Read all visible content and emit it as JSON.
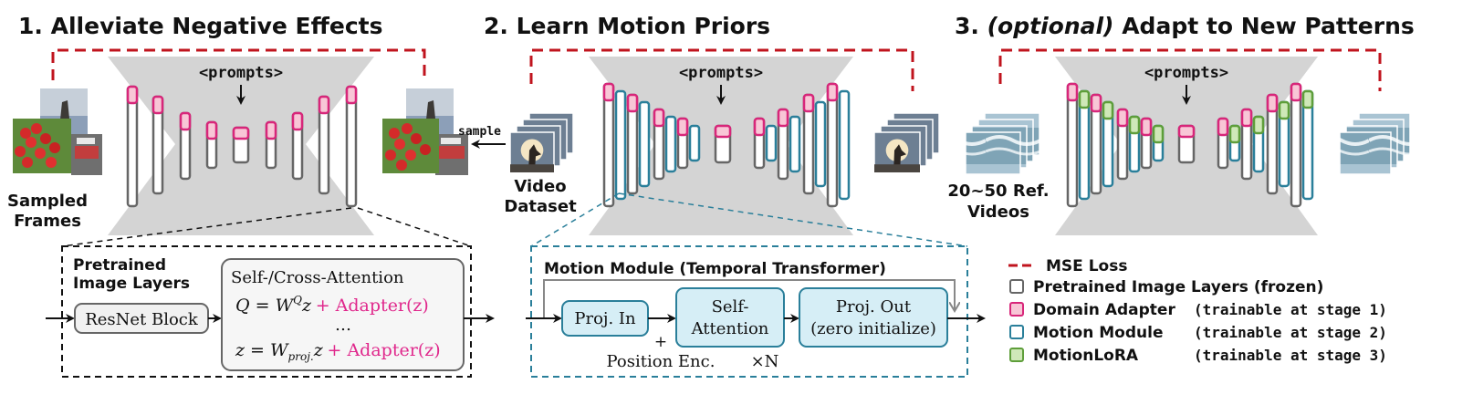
{
  "stages": [
    {
      "number": "1.",
      "prefix": "",
      "title": "Alleviate Negative Effects"
    },
    {
      "number": "2.",
      "prefix": "",
      "title": "Learn Motion Priors"
    },
    {
      "number": "3.",
      "prefix": "(optional)",
      "title": "Adapt to New Patterns"
    }
  ],
  "prompts_label": "<prompts>",
  "stage1": {
    "input_caption_line1": "Sampled",
    "input_caption_line2": "Frames",
    "sample_label": "sample"
  },
  "stage2": {
    "input_caption_line1": "Video",
    "input_caption_line2": "Dataset"
  },
  "stage3": {
    "input_caption_line1": "20~50 Ref.",
    "input_caption_line2": "Videos"
  },
  "detail_left": {
    "header_line1": "Pretrained",
    "header_line2": "Image Layers",
    "resnet_block": "ResNet Block",
    "attention_title": "Self-/Cross-Attention",
    "eq1_lhs": "Q = W",
    "eq1_sup": "Q",
    "eq1_var": "z",
    "eq1_adapter": "+ Adapter(z)",
    "ellipsis": "…",
    "eq2_lhs": "z = W",
    "eq2_sub": "proj.",
    "eq2_var": "z",
    "eq2_adapter": "+ Adapter(z)"
  },
  "detail_right": {
    "header": "Motion Module (Temporal Transformer)",
    "proj_in": "Proj. In",
    "self_attention_line1": "Self-",
    "self_attention_line2": "Attention",
    "proj_out_line1": "Proj. Out",
    "proj_out_line2": "(zero initialize)",
    "plus": "+",
    "position_enc": "Position Enc.",
    "repeat": "×N"
  },
  "legend": [
    {
      "key": "mse",
      "label": "MSE Loss",
      "note": ""
    },
    {
      "key": "frozen",
      "label": "Pretrained Image Layers (frozen)",
      "note": ""
    },
    {
      "key": "domain",
      "label": "Domain Adapter",
      "note": "(trainable at stage 1)"
    },
    {
      "key": "motion",
      "label": "Motion Module",
      "note": "(trainable at stage 2)"
    },
    {
      "key": "lora",
      "label": "MotionLoRA",
      "note": "(trainable at stage 3)"
    }
  ],
  "colors": {
    "loss_red": "#c0141e",
    "unet_gray": "#d4d4d4",
    "frozen_stroke": "#666666",
    "pink_fill": "#f8c6d6",
    "pink_stroke": "#d8267a",
    "teal_fill": "#ffffff",
    "teal_stroke": "#2a7f9a",
    "teal_box_fill": "#d6eef6",
    "green_fill": "#cfe8b8",
    "green_stroke": "#5e9e3a",
    "adapter_text": "#e0288c"
  }
}
